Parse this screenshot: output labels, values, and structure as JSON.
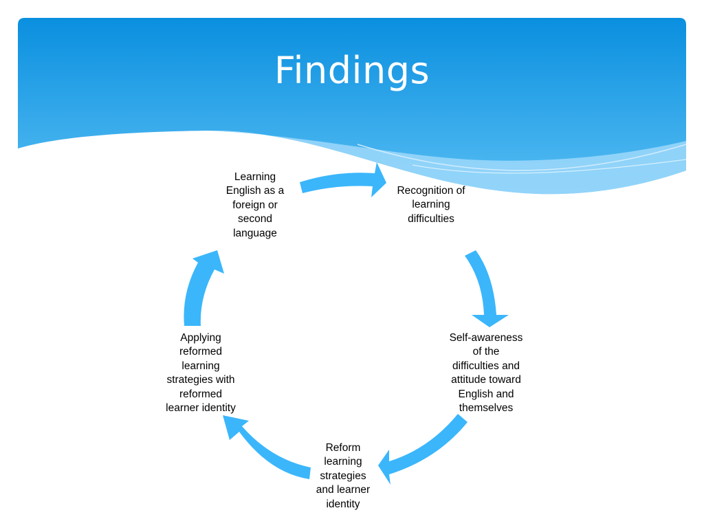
{
  "slide": {
    "title": "Findings"
  },
  "colors": {
    "header_top": "#0a8fdf",
    "header_bottom": "#4fbaf2",
    "wave_light": "#9dd8fa",
    "arrow": "#3bb6fb",
    "text": "#000000",
    "title_text": "#ffffff"
  },
  "cycle": {
    "nodes": [
      {
        "label": "Learning\nEnglish as a\nforeign or\nsecond\nlanguage"
      },
      {
        "label": "Recognition of\nlearning\ndifficulties"
      },
      {
        "label": "Self-awareness\nof  the\ndifficulties and\nattitude toward\nEnglish and\nthemselves"
      },
      {
        "label": "Reform\nlearning\nstrategies\nand learner\nidentity"
      },
      {
        "label": "Applying\nreformed\nlearning\nstrategies with\nreformed\nlearner identity"
      }
    ],
    "arrow_icon": "curved-arrow-icon"
  }
}
